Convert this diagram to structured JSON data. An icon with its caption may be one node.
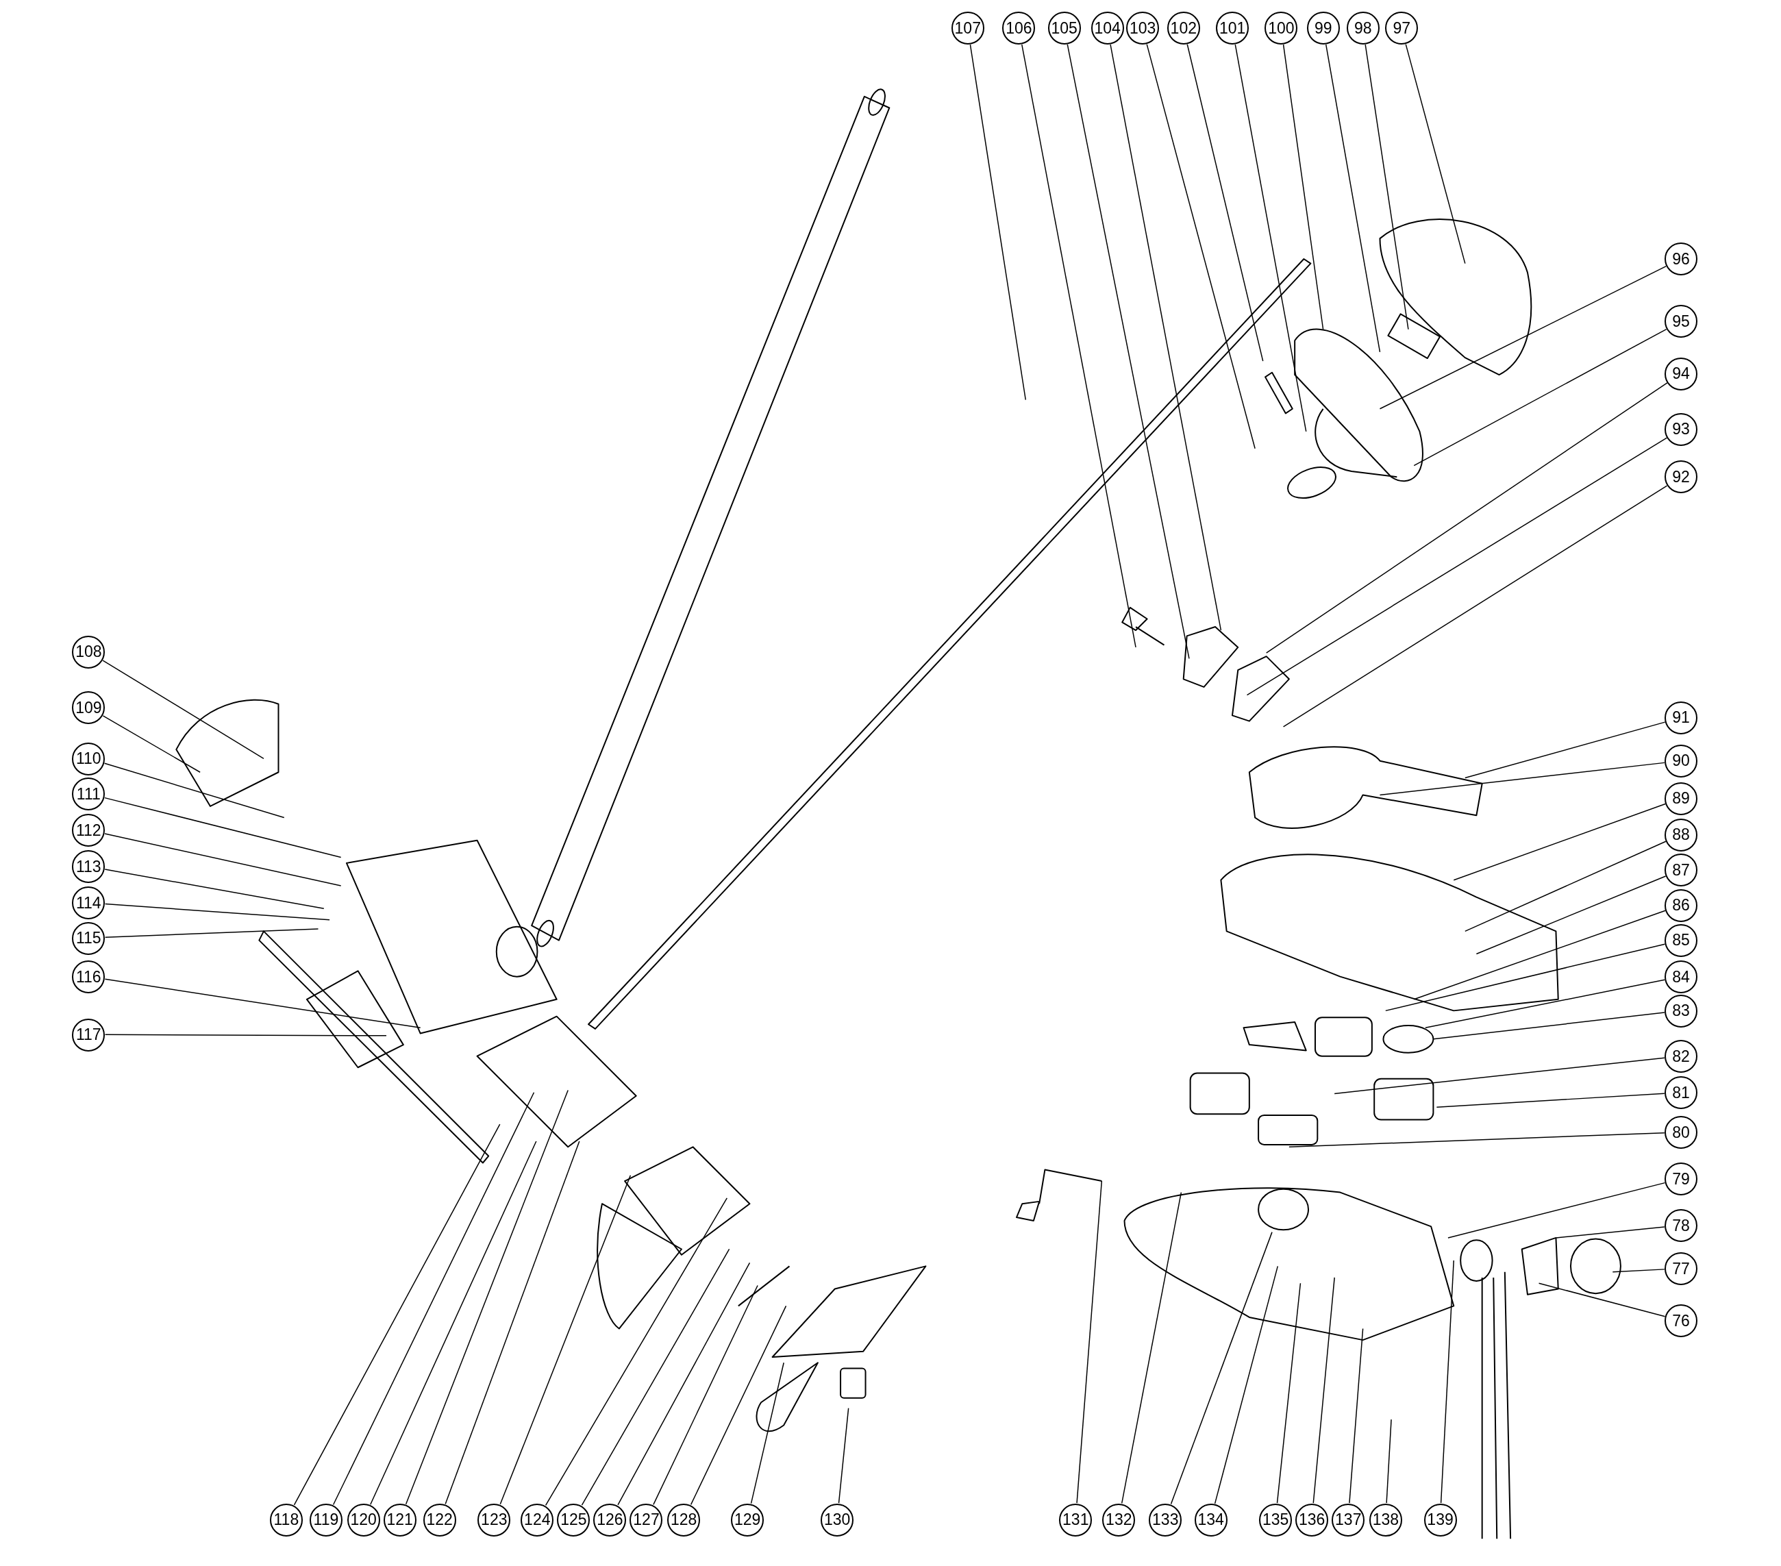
{
  "diagram": {
    "nodes": [
      {
        "text": [
          "107"
        ]
      },
      {
        "text": [
          "106"
        ]
      },
      {
        "text": [
          "105"
        ]
      },
      {
        "text": [
          "104"
        ]
      },
      {
        "text": [
          "103"
        ]
      },
      {
        "text": [
          "102"
        ]
      },
      {
        "text": [
          "101"
        ]
      },
      {
        "text": [
          "100"
        ]
      },
      {
        "text": [
          "99"
        ]
      },
      {
        "text": [
          "98"
        ]
      },
      {
        "text": [
          "97"
        ]
      },
      {
        "text": [
          "96"
        ]
      },
      {
        "text": [
          "95"
        ]
      },
      {
        "text": [
          "94"
        ]
      },
      {
        "text": [
          "93"
        ]
      },
      {
        "text": [
          "92"
        ]
      },
      {
        "text": [
          "91"
        ]
      },
      {
        "text": [
          "90"
        ]
      },
      {
        "text": [
          "89"
        ]
      },
      {
        "text": [
          "88"
        ]
      },
      {
        "text": [
          "87"
        ]
      },
      {
        "text": [
          "86"
        ]
      },
      {
        "text": [
          "85"
        ]
      },
      {
        "text": [
          "84"
        ]
      },
      {
        "text": [
          "83"
        ]
      },
      {
        "text": [
          "82"
        ]
      },
      {
        "text": [
          "81"
        ]
      },
      {
        "text": [
          "80"
        ]
      },
      {
        "text": [
          "79"
        ]
      },
      {
        "text": [
          "78"
        ]
      },
      {
        "text": [
          "77"
        ]
      },
      {
        "text": [
          "76"
        ]
      },
      {
        "text": [
          "108"
        ]
      },
      {
        "text": [
          "109"
        ]
      },
      {
        "text": [
          "110"
        ]
      },
      {
        "text": [
          "111"
        ]
      },
      {
        "text": [
          "112"
        ]
      },
      {
        "text": [
          "113"
        ]
      },
      {
        "text": [
          "114"
        ]
      },
      {
        "text": [
          "115"
        ]
      },
      {
        "text": [
          "116"
        ]
      },
      {
        "text": [
          "117"
        ]
      },
      {
        "text": [
          "118"
        ]
      },
      {
        "text": [
          "119"
        ]
      },
      {
        "text": [
          "120"
        ]
      },
      {
        "text": [
          "121"
        ]
      },
      {
        "text": [
          "122"
        ]
      },
      {
        "text": [
          "123"
        ]
      },
      {
        "text": [
          "124"
        ]
      },
      {
        "text": [
          "125"
        ]
      },
      {
        "text": [
          "126"
        ]
      },
      {
        "text": [
          "127"
        ]
      },
      {
        "text": [
          "128"
        ]
      },
      {
        "text": [
          "129"
        ]
      },
      {
        "text": [
          "130"
        ]
      },
      {
        "text": [
          "131"
        ]
      },
      {
        "text": [
          "132"
        ]
      },
      {
        "text": [
          "133"
        ]
      },
      {
        "text": [
          "134"
        ]
      },
      {
        "text": [
          "135"
        ]
      },
      {
        "text": [
          "136"
        ]
      },
      {
        "text": [
          "137"
        ]
      },
      {
        "text": [
          "138"
        ]
      },
      {
        "text": [
          "139"
        ]
      }
    ],
    "edges": [
      {
        "from": 0,
        "to": null,
        "arrow": "none"
      },
      {
        "from": 1,
        "to": null,
        "arrow": "none"
      },
      {
        "from": 2,
        "to": null,
        "arrow": "none"
      },
      {
        "from": 3,
        "to": null,
        "arrow": "none"
      },
      {
        "from": 4,
        "to": null,
        "arrow": "none"
      },
      {
        "from": 5,
        "to": null,
        "arrow": "none"
      },
      {
        "from": 6,
        "to": null,
        "arrow": "none"
      },
      {
        "from": 7,
        "to": null,
        "arrow": "none"
      },
      {
        "from": 8,
        "to": null,
        "arrow": "none"
      },
      {
        "from": 9,
        "to": null,
        "arrow": "none"
      },
      {
        "from": 10,
        "to": null,
        "arrow": "none"
      },
      {
        "from": 11,
        "to": null,
        "arrow": "none"
      },
      {
        "from": 12,
        "to": null,
        "arrow": "none"
      },
      {
        "from": 13,
        "to": null,
        "arrow": "none"
      },
      {
        "from": 14,
        "to": null,
        "arrow": "none"
      },
      {
        "from": 15,
        "to": null,
        "arrow": "none"
      },
      {
        "from": 16,
        "to": null,
        "arrow": "none"
      },
      {
        "from": 17,
        "to": null,
        "arrow": "none"
      },
      {
        "from": 18,
        "to": null,
        "arrow": "none"
      },
      {
        "from": 19,
        "to": null,
        "arrow": "none"
      },
      {
        "from": 20,
        "to": null,
        "arrow": "none"
      },
      {
        "from": 21,
        "to": null,
        "arrow": "none"
      },
      {
        "from": 22,
        "to": null,
        "arrow": "none"
      },
      {
        "from": 23,
        "to": null,
        "arrow": "none"
      },
      {
        "from": 24,
        "to": null,
        "arrow": "none"
      },
      {
        "from": 25,
        "to": null,
        "arrow": "none"
      },
      {
        "from": 26,
        "to": null,
        "arrow": "none"
      },
      {
        "from": 27,
        "to": null,
        "arrow": "none"
      },
      {
        "from": 28,
        "to": null,
        "arrow": "none"
      },
      {
        "from": 29,
        "to": null,
        "arrow": "none"
      },
      {
        "from": 30,
        "to": null,
        "arrow": "none"
      },
      {
        "from": 31,
        "to": null,
        "arrow": "none"
      },
      {
        "from": 32,
        "to": null,
        "arrow": "none"
      },
      {
        "from": 33,
        "to": null,
        "arrow": "none"
      },
      {
        "from": 34,
        "to": null,
        "arrow": "none"
      },
      {
        "from": 35,
        "to": null,
        "arrow": "none"
      },
      {
        "from": 36,
        "to": null,
        "arrow": "none"
      },
      {
        "from": 37,
        "to": null,
        "arrow": "none"
      },
      {
        "from": 38,
        "to": null,
        "arrow": "none"
      },
      {
        "from": 39,
        "to": null,
        "arrow": "none"
      },
      {
        "from": 40,
        "to": null,
        "arrow": "none"
      },
      {
        "from": 41,
        "to": null,
        "arrow": "none"
      },
      {
        "from": 42,
        "to": null,
        "arrow": "none"
      },
      {
        "from": 43,
        "to": null,
        "arrow": "none"
      },
      {
        "from": 44,
        "to": null,
        "arrow": "none"
      },
      {
        "from": 45,
        "to": null,
        "arrow": "none"
      },
      {
        "from": 46,
        "to": null,
        "arrow": "none"
      },
      {
        "from": 47,
        "to": null,
        "arrow": "none"
      },
      {
        "from": 48,
        "to": null,
        "arrow": "none"
      },
      {
        "from": 49,
        "to": null,
        "arrow": "none"
      },
      {
        "from": 50,
        "to": null,
        "arrow": "none"
      },
      {
        "from": 51,
        "to": null,
        "arrow": "none"
      },
      {
        "from": 52,
        "to": null,
        "arrow": "none"
      },
      {
        "from": 53,
        "to": null,
        "arrow": "none"
      },
      {
        "from": 54,
        "to": null,
        "arrow": "none"
      },
      {
        "from": 55,
        "to": null,
        "arrow": "none"
      },
      {
        "from": 56,
        "to": null,
        "arrow": "none"
      },
      {
        "from": 57,
        "to": null,
        "arrow": "none"
      },
      {
        "from": 58,
        "to": null,
        "arrow": "none"
      },
      {
        "from": 59,
        "to": null,
        "arrow": "none"
      },
      {
        "from": 60,
        "to": null,
        "arrow": "none"
      },
      {
        "from": 61,
        "to": null,
        "arrow": "none"
      },
      {
        "from": 62,
        "to": null,
        "arrow": "none"
      },
      {
        "from": 63,
        "to": null,
        "arrow": "none"
      }
    ]
  }
}
